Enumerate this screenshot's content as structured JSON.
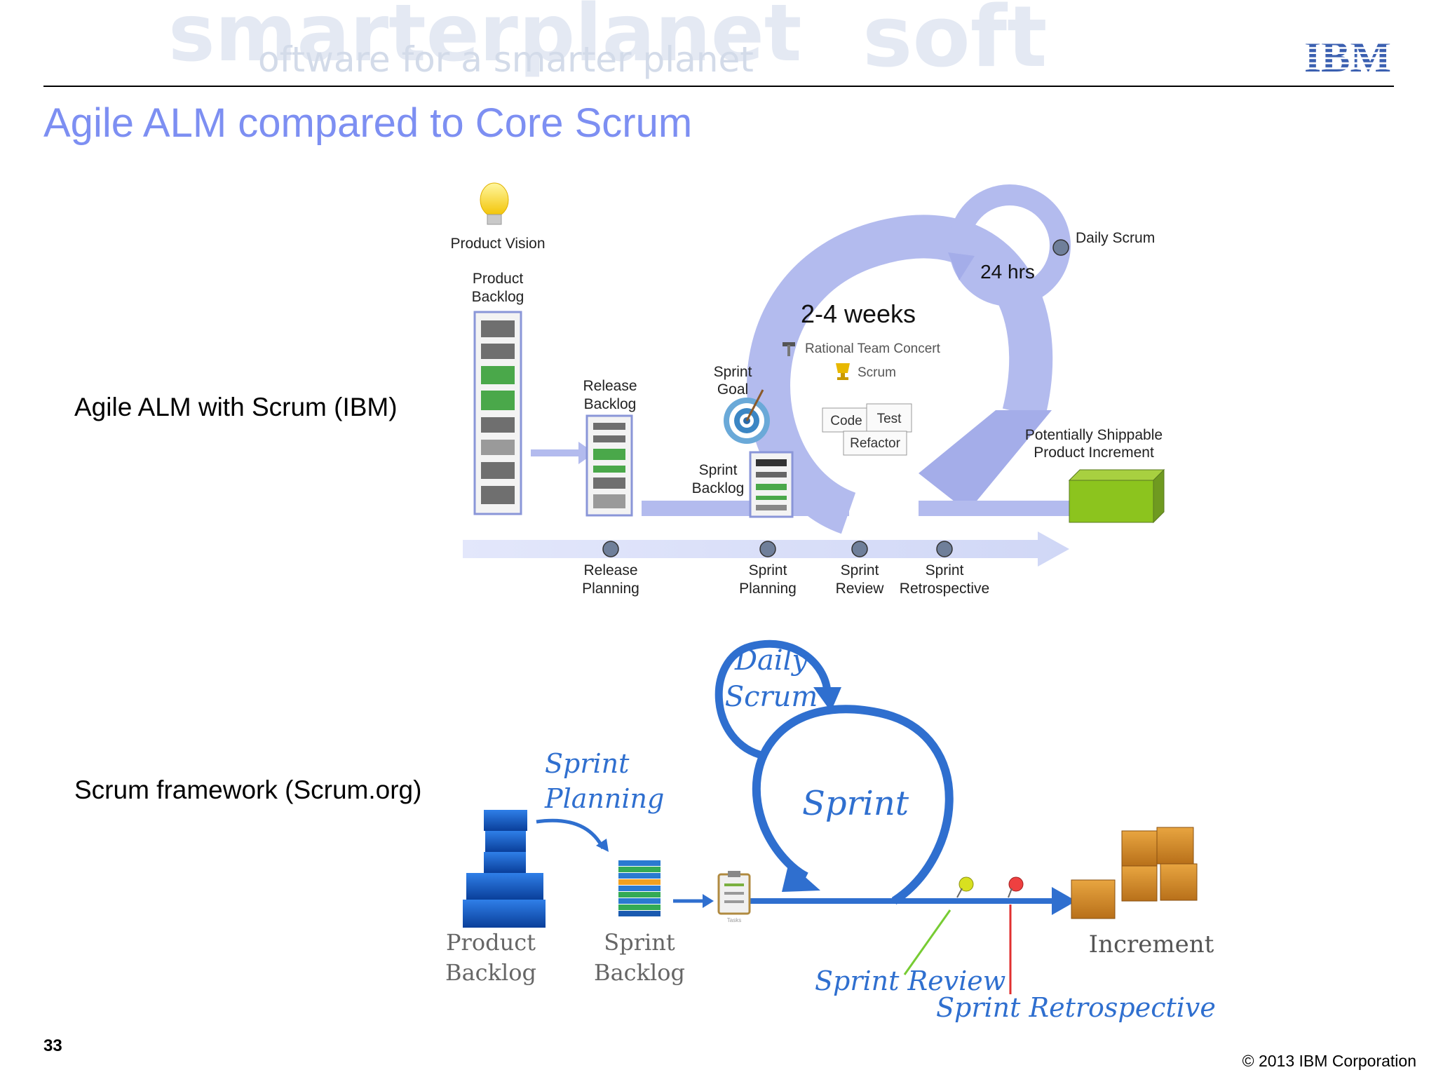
{
  "header": {
    "banner_words": [
      "smarter",
      "planet",
      "soft"
    ],
    "banner_subtitle": "oftware for a smarter planet",
    "logo_text": "IBM"
  },
  "slide": {
    "title": "Agile ALM compared to Core Scrum",
    "row1_label": "Agile ALM with Scrum (IBM)",
    "row2_label": "Scrum framework (Scrum.org)",
    "page_number": "33",
    "copyright": "© 2013 IBM Corporation"
  },
  "ibm_diagram": {
    "product_vision": "Product Vision",
    "product_backlog": [
      "Product",
      "Backlog"
    ],
    "release_backlog": [
      "Release",
      "Backlog"
    ],
    "sprint_goal": [
      "Sprint",
      "Goal"
    ],
    "sprint_backlog": [
      "Sprint",
      "Backlog"
    ],
    "sprint_length": "2-4 weeks",
    "tool_name": "Rational Team Concert",
    "process_name": "Scrum",
    "daily_cycle": "24 hrs",
    "daily_scrum": "Daily Scrum",
    "code": "Code",
    "test": "Test",
    "refactor": "Refactor",
    "increment": [
      "Potentially Shippable",
      "Product Increment"
    ],
    "milestones": [
      {
        "lines": [
          "Release",
          "Planning"
        ]
      },
      {
        "lines": [
          "Sprint",
          "Planning"
        ]
      },
      {
        "lines": [
          "Sprint",
          "Review"
        ]
      },
      {
        "lines": [
          "Sprint",
          "Retrospective"
        ]
      }
    ]
  },
  "scrum_org_diagram": {
    "daily_scrum": [
      "Daily",
      "Scrum"
    ],
    "sprint_planning": [
      "Sprint",
      "Planning"
    ],
    "sprint": "Sprint",
    "product_backlog": [
      "Product",
      "Backlog"
    ],
    "sprint_backlog": [
      "Sprint",
      "Backlog"
    ],
    "tasks": "Tasks",
    "increment": "Increment",
    "sprint_review": "Sprint Review",
    "sprint_retrospective": "Sprint Retrospective"
  },
  "colors": {
    "title": "#7d8ff2",
    "ibm_blue": "#3a5fb0",
    "ibm_diagram_arrow": "#a9b2ea",
    "scrum_blue": "#2f6fcf",
    "review_line": "#77cc33",
    "retrospective_line": "#e03030"
  }
}
